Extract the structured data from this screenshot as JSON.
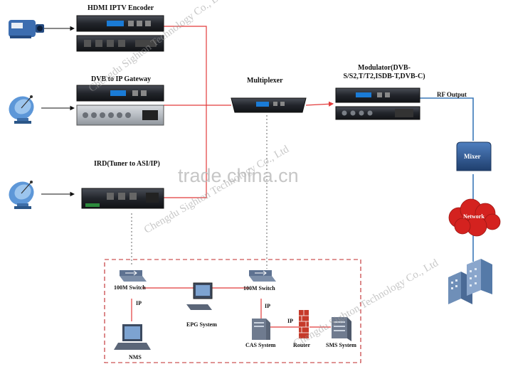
{
  "labels": {
    "hdmi_encoder": "HDMI IPTV Encoder",
    "dvb_ip_gateway": "DVB to IP Gateway",
    "ird": "IRD(Tuner to ASI/IP)",
    "multiplexer": "Multiplexer",
    "modulator": "Modulator(DVB-S/S2,T/T2,ISDB-T,DVB-C)",
    "rf_output": "RF Output",
    "mixer": "Mixer",
    "network": "Network",
    "switch_left": "100M Switch",
    "switch_right": "100M Switch",
    "ip_left": "IP",
    "ip_right": "IP",
    "ip_router": "IP",
    "epg": "EPG System",
    "nms": "NMS",
    "cas": "CAS System",
    "router": "Router",
    "sms": "SMS System"
  },
  "watermarks": {
    "diag1": "Chengdu Sighton Technology Co., Ltd",
    "diag2": "Chengdu Sighton Technology Co., Ltd",
    "diag3": "Chengdu Sighton Technology Co., Ltd",
    "center": "trade.china.cn"
  },
  "colors": {
    "red_line": "#e23b3b",
    "blue_line": "#3a78b8",
    "device_dark": "#2a2d33",
    "cloud": "#d4221f",
    "mixer": "#2f5c97"
  }
}
